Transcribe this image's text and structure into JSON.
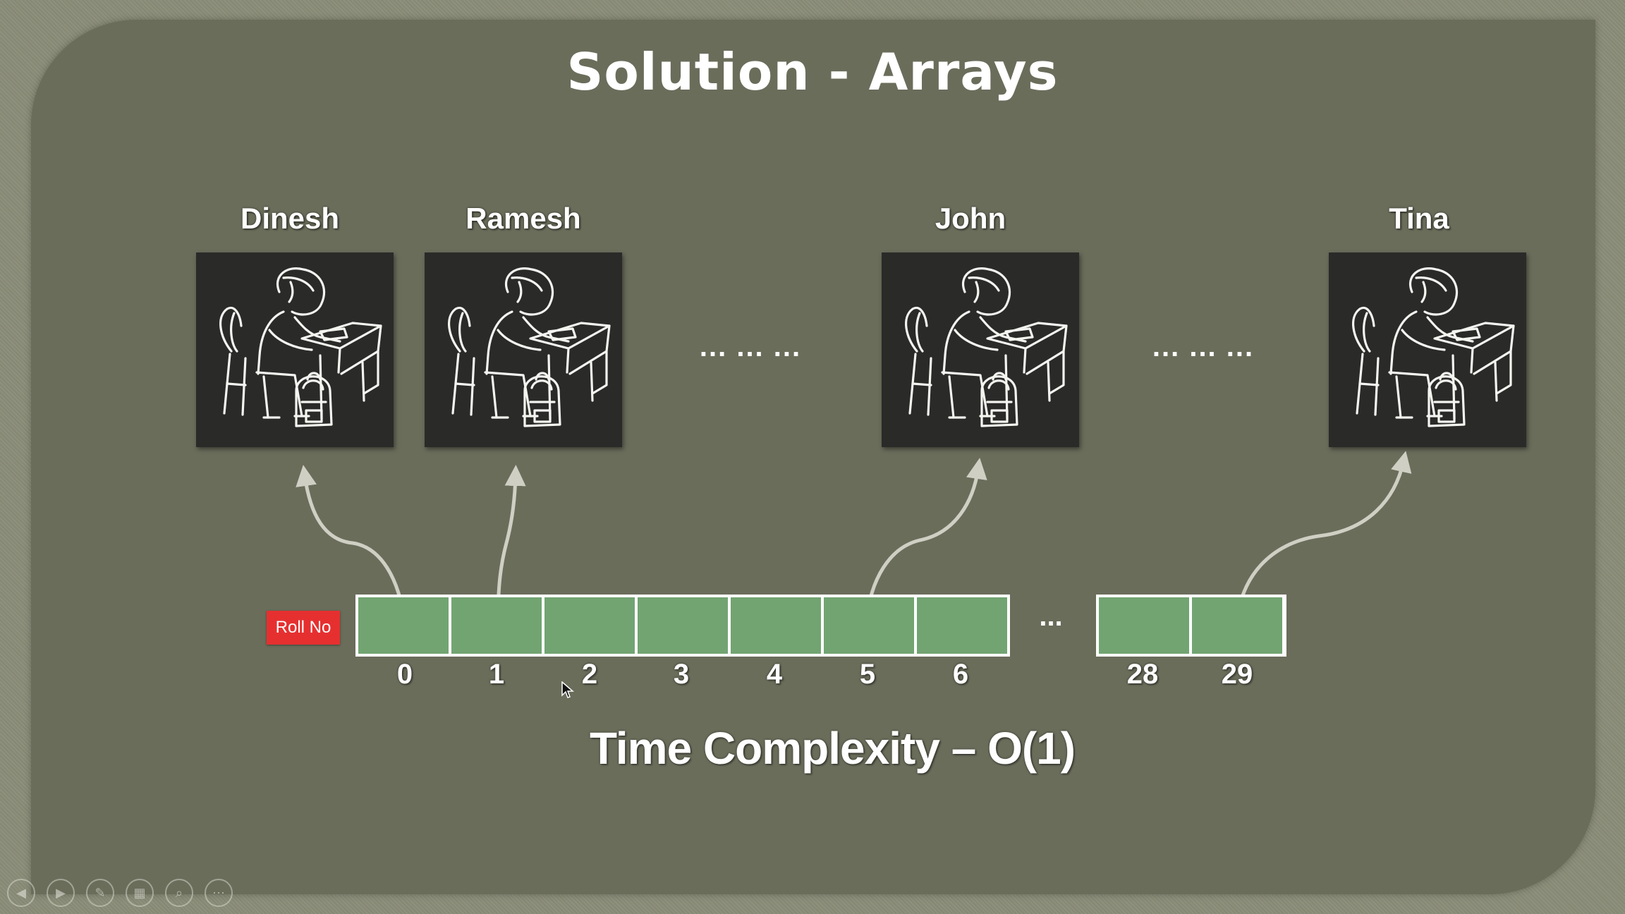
{
  "slide": {
    "title": "Solution - Arrays",
    "students": [
      {
        "name": "Dinesh"
      },
      {
        "name": "Ramesh"
      },
      {
        "name": "John"
      },
      {
        "name": "Tina"
      }
    ],
    "ellipsis_between_students": "... ... ...",
    "array": {
      "label": "Roll No",
      "gap_marker": "...",
      "indices": [
        "0",
        "1",
        "2",
        "3",
        "4",
        "5",
        "6",
        "28",
        "29"
      ]
    },
    "complexity": "Time Complexity – O(1)"
  },
  "colors": {
    "slide_background": "#6b6d5b",
    "cell_fill": "#72a472",
    "label_badge": "#e63030"
  },
  "controls": [
    {
      "icon": "previous-icon",
      "glyph": "◀"
    },
    {
      "icon": "next-icon",
      "glyph": "▶"
    },
    {
      "icon": "pen-icon",
      "glyph": "✎"
    },
    {
      "icon": "slides-grid-icon",
      "glyph": "▦"
    },
    {
      "icon": "zoom-icon",
      "glyph": "⌕"
    },
    {
      "icon": "more-options-icon",
      "glyph": "⋯"
    }
  ]
}
